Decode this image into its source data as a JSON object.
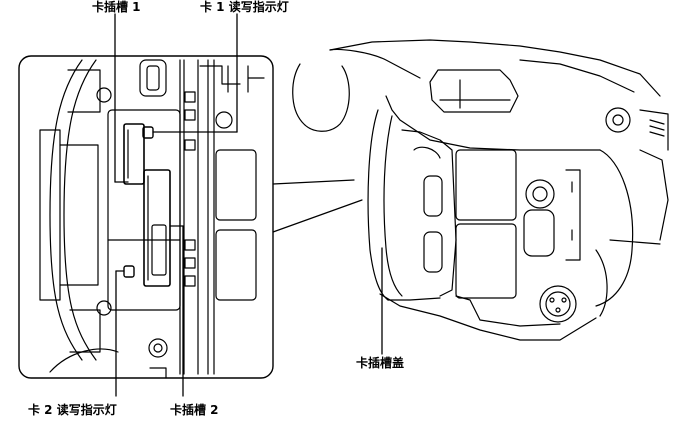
{
  "callouts": {
    "card_slot_1": "卡插槽 1",
    "card_1_rw_indicator": "卡 1 读写指示灯",
    "card_slot_cover": "卡插槽盖",
    "card_2_rw_indicator": "卡 2 读写指示灯",
    "card_slot_2": "卡插槽 2"
  }
}
